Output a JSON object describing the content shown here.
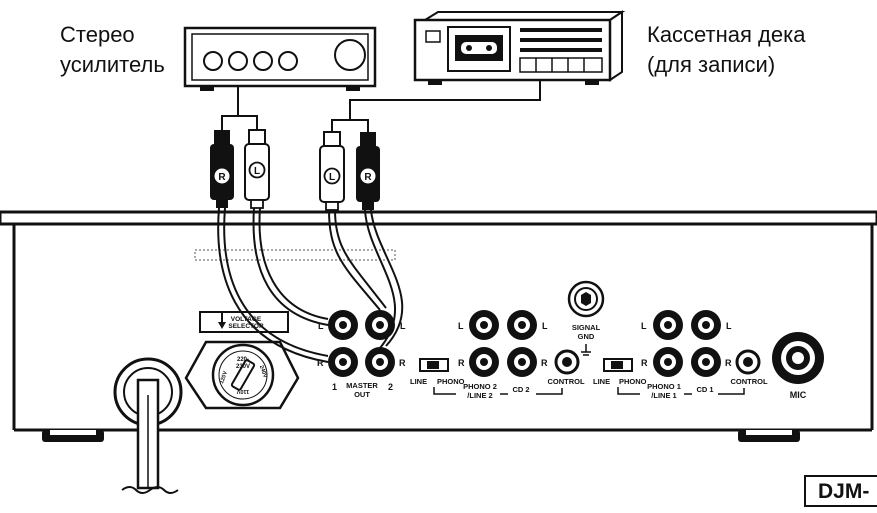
{
  "labels": {
    "amp_line1": "Стерео",
    "amp_line2": "усилитель",
    "deck_line1": "Кассетная дека",
    "deck_line2": "(для записи)"
  },
  "plugs": {
    "r": "R",
    "l": "L"
  },
  "panel": {
    "voltage_line1": "VOLTAGE",
    "voltage_line2": "SELECTOR",
    "v_220": "220-",
    "v_230": "230V",
    "v_240v": "240V",
    "v_110": "110V",
    "v_120v": "120V",
    "master_out_1": "MASTER",
    "master_out_2": "OUT",
    "out_1": "1",
    "out_2": "2",
    "L": "L",
    "R": "R",
    "signal_gnd_1": "SIGNAL",
    "signal_gnd_2": "GND",
    "line": "LINE",
    "phono": "PHONO",
    "phono2_1": "PHONO 2",
    "phono2_2": "/LINE 2",
    "cd2": "CD 2",
    "control": "CONTROL",
    "phono1_1": "PHONO 1",
    "phono1_2": "/LINE 1",
    "cd1": "CD 1",
    "mic": "MIC"
  },
  "model_badge": "DJM-"
}
